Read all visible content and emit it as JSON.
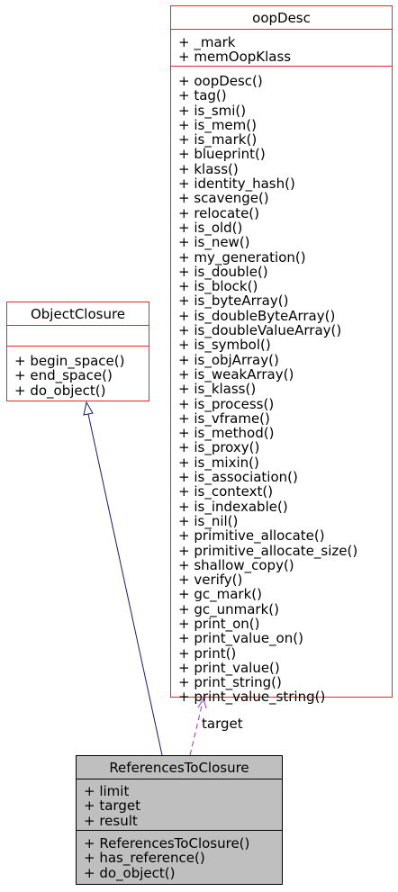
{
  "classes": {
    "oop_desc": {
      "name": "oopDesc",
      "attributes": [
        "+ _mark",
        "+ memOopKlass"
      ],
      "operations": [
        "+ oopDesc()",
        "+ tag()",
        "+ is_smi()",
        "+ is_mem()",
        "+ is_mark()",
        "+ blueprint()",
        "+ klass()",
        "+ identity_hash()",
        "+ scavenge()",
        "+ relocate()",
        "+ is_old()",
        "+ is_new()",
        "+ my_generation()",
        "+ is_double()",
        "+ is_block()",
        "+ is_byteArray()",
        "+ is_doubleByteArray()",
        "+ is_doubleValueArray()",
        "+ is_symbol()",
        "+ is_objArray()",
        "+ is_weakArray()",
        "+ is_klass()",
        "+ is_process()",
        "+ is_vframe()",
        "+ is_method()",
        "+ is_proxy()",
        "+ is_mixin()",
        "+ is_association()",
        "+ is_context()",
        "+ is_indexable()",
        "+ is_nil()",
        "+ primitive_allocate()",
        "+ primitive_allocate_size()",
        "+ shallow_copy()",
        "+ verify()",
        "+ gc_mark()",
        "+ gc_unmark()",
        "+ print_on()",
        "+ print_value_on()",
        "+ print()",
        "+ print_value()",
        "+ print_string()",
        "+ print_value_string()"
      ]
    },
    "object_closure": {
      "name": "ObjectClosure",
      "attributes": [],
      "operations": [
        "+ begin_space()",
        "+ end_space()",
        "+ do_object()"
      ]
    },
    "references_to_closure": {
      "name": "ReferencesToClosure",
      "attributes": [
        "+ limit",
        "+ target",
        "+ result"
      ],
      "operations": [
        "+ ReferencesToClosure()",
        "+ has_reference()",
        "+ do_object()"
      ]
    }
  },
  "relations": {
    "inheritance": {
      "from": "ReferencesToClosure",
      "to": "ObjectClosure"
    },
    "usage": {
      "from": "ReferencesToClosure",
      "to": "oopDesc",
      "label": "target"
    }
  },
  "colors": {
    "border_highlight": "#e8262a",
    "inheritance_edge": "#191970",
    "usage_edge": "#9a32cd",
    "focus_fill": "#bfbfbf"
  }
}
